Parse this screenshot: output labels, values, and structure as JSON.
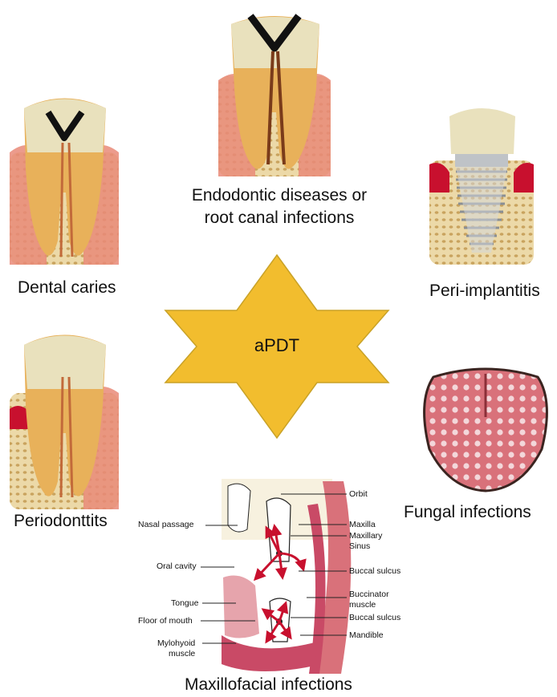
{
  "center": {
    "label": "aPDT"
  },
  "conditions": {
    "dental_caries": "Dental caries",
    "endodontic_line1": "Endodontic diseases or",
    "endodontic_line2": "root canal infections",
    "peri_implantitis": "Peri-implantitis",
    "periodontitis": "Periodonttits",
    "fungal": "Fungal infections",
    "maxillofacial": "Maxillofacial infections"
  },
  "anatomy_labels": {
    "left": {
      "nasal_passage": "Nasal passage",
      "oral_cavity": "Oral cavity",
      "tongue": "Tongue",
      "floor_of_mouth": "Floor of mouth",
      "mylohyoid_1": "Mylohyoid",
      "mylohyoid_2": "muscle"
    },
    "right": {
      "orbit": "Orbit",
      "maxilla": "Maxilla",
      "maxillary_1": "Maxillary",
      "maxillary_2": "Sinus",
      "buccal_sulcus_upper": "Buccal sulcus",
      "buccinator_1": "Buccinator",
      "buccinator_2": "muscle",
      "buccal_sulcus_lower": "Buccal sulcus",
      "mandible": "Mandible"
    }
  },
  "colors": {
    "star_fill": "#f2bd2e",
    "star_stroke": "#c9a227",
    "enamel": "#e9e1bd",
    "dentin": "#e8b15a",
    "gum": "#e98a78",
    "bone": "#ecd9a8",
    "decay": "#111111",
    "inflamed_gum": "#c8102e",
    "tongue": "#d9717a",
    "muscle": "#c94a66",
    "arrow": "#c8102e"
  }
}
